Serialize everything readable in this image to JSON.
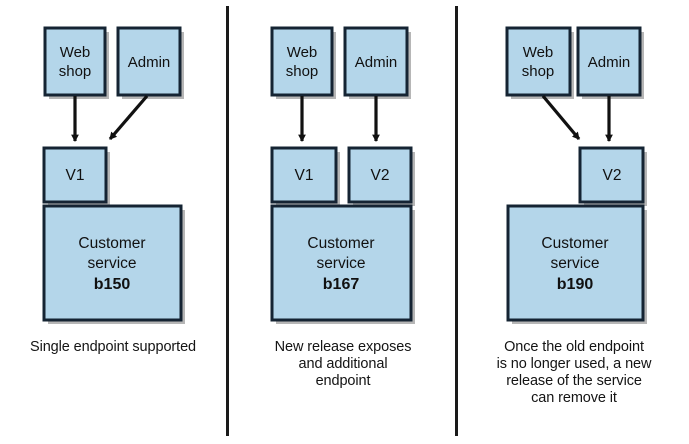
{
  "figure": {
    "panel_count": 3,
    "box_fill": "#b4d6ea",
    "box_stroke": "#152433",
    "shadow_color": "#9a9a9a",
    "background": "#ffffff",
    "divider_color": "#1a1a1a"
  },
  "panels": [
    {
      "id": "panel-1",
      "consumers": [
        {
          "name": "web-shop",
          "line1": "Web",
          "line2": "shop"
        },
        {
          "name": "admin",
          "line1": "Admin",
          "line2": ""
        }
      ],
      "endpoints": [
        {
          "name": "v1",
          "label": "V1"
        }
      ],
      "service": {
        "line1": "Customer",
        "line2": "service",
        "build": "b150"
      },
      "arrows": [
        {
          "from": "web-shop",
          "to": "v1",
          "kind": "straight"
        },
        {
          "from": "admin",
          "to": "v1",
          "kind": "diagonal"
        }
      ],
      "caption": "Single endpoint supported"
    },
    {
      "id": "panel-2",
      "consumers": [
        {
          "name": "web-shop",
          "line1": "Web",
          "line2": "shop"
        },
        {
          "name": "admin",
          "line1": "Admin",
          "line2": ""
        }
      ],
      "endpoints": [
        {
          "name": "v1",
          "label": "V1"
        },
        {
          "name": "v2",
          "label": "V2"
        }
      ],
      "service": {
        "line1": "Customer",
        "line2": "service",
        "build": "b167"
      },
      "arrows": [
        {
          "from": "web-shop",
          "to": "v1",
          "kind": "straight"
        },
        {
          "from": "admin",
          "to": "v2",
          "kind": "straight"
        }
      ],
      "caption": "New release exposes and additional endpoint",
      "caption_lines": [
        "New release exposes",
        "and additional",
        "endpoint"
      ]
    },
    {
      "id": "panel-3",
      "consumers": [
        {
          "name": "web-shop",
          "line1": "Web",
          "line2": "shop"
        },
        {
          "name": "admin",
          "line1": "Admin",
          "line2": ""
        }
      ],
      "endpoints": [
        {
          "name": "v2",
          "label": "V2"
        }
      ],
      "service": {
        "line1": "Customer",
        "line2": "service",
        "build": "b190"
      },
      "arrows": [
        {
          "from": "web-shop",
          "to": "v2",
          "kind": "diagonal"
        },
        {
          "from": "admin",
          "to": "v2",
          "kind": "straight"
        }
      ],
      "caption": "Once the old endpoint is no longer used, a new release of the service can remove it",
      "caption_lines": [
        "Once the old endpoint",
        "is no longer used, a new",
        "release of the service",
        "can remove it"
      ]
    }
  ]
}
